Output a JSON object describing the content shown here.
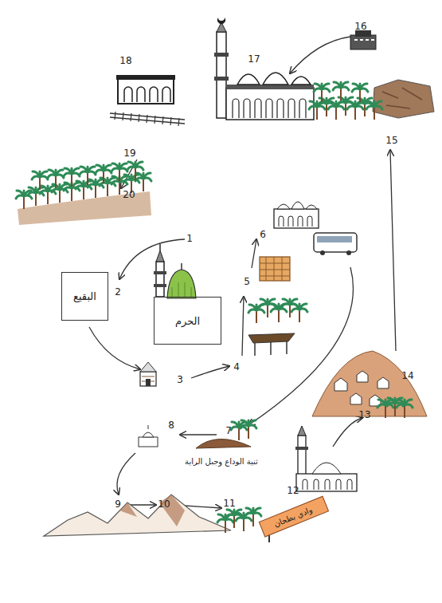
{
  "diagram": {
    "nodes": [
      {
        "text": [
          "البقيع"
        ]
      },
      {
        "text": [
          "الحرم"
        ]
      }
    ],
    "labels": [
      "18",
      "17",
      "16",
      "19",
      "15",
      "20",
      "6",
      "1",
      "5",
      "2",
      "4",
      "3",
      "14",
      "8",
      "7",
      "ثنية الوداع وجبل الراية",
      "13",
      "12",
      "9",
      "10",
      "11",
      "وادي بطحان"
    ]
  }
}
